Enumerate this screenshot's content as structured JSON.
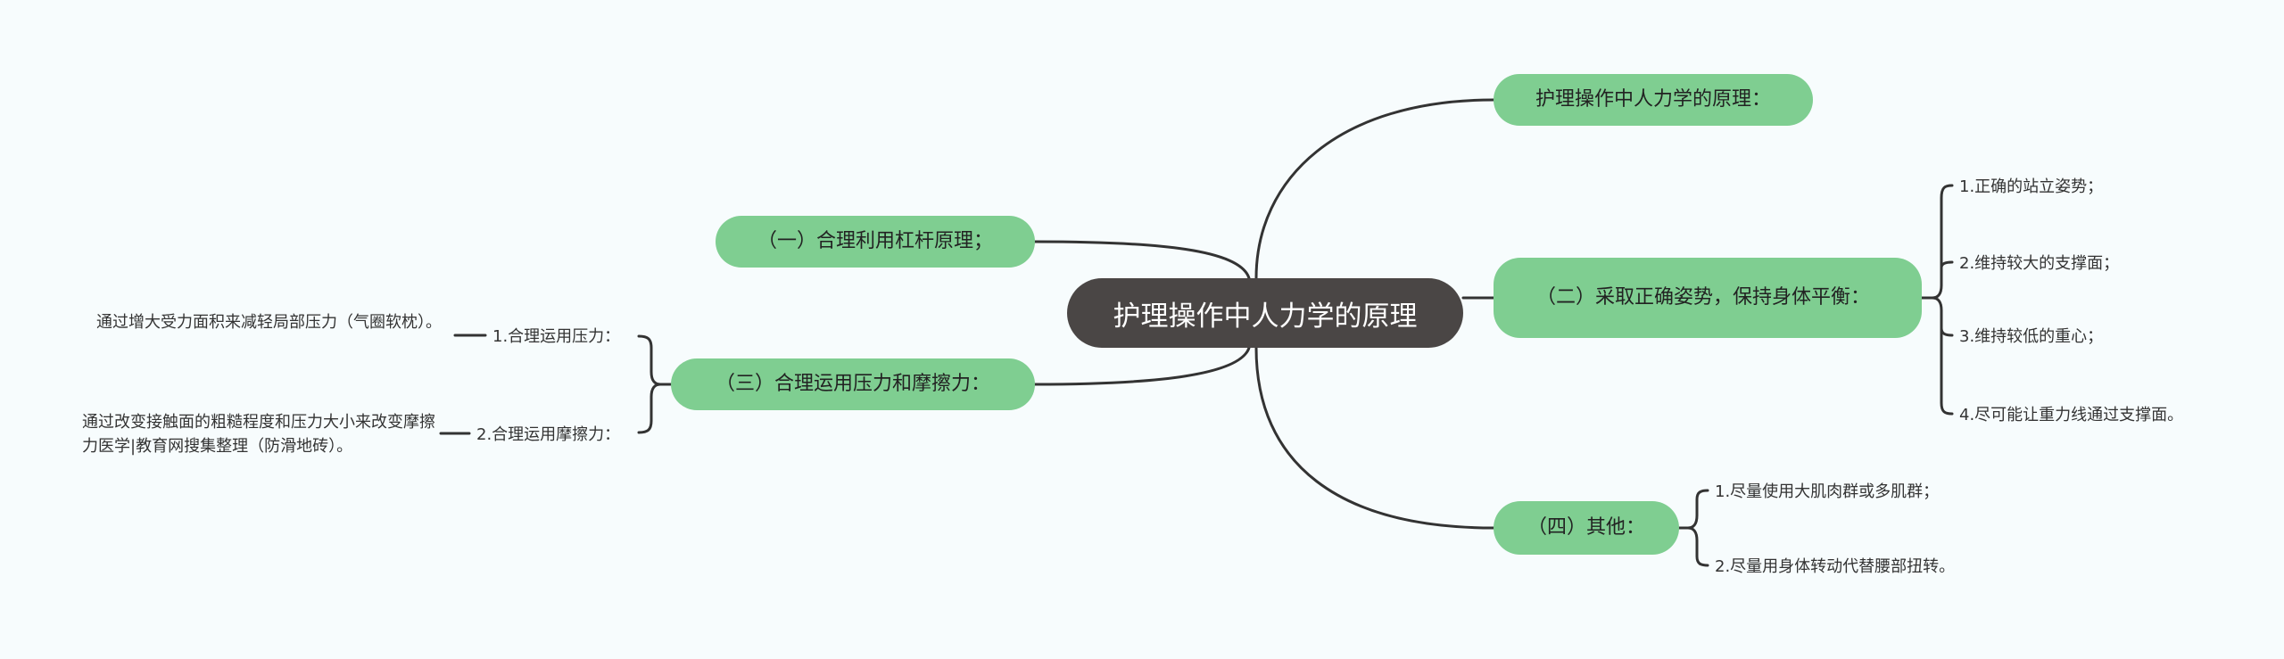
{
  "colors": {
    "background": "#f7fcfd",
    "root_fill": "#4a4645",
    "branch_fill": "#7fce91",
    "line": "#333333"
  },
  "root": {
    "label": "护理操作中人力学的原理"
  },
  "right": {
    "principle": {
      "label": "护理操作中人力学的原理："
    },
    "posture": {
      "label": "（二）采取正确姿势，保持身体平衡：",
      "items": [
        "1.正确的站立姿势；",
        "2.维持较大的支撑面；",
        "3.维持较低的重心；",
        "4.尽可能让重力线通过支撑面。"
      ]
    },
    "other": {
      "label": "（四）其他：",
      "items": [
        "1.尽量使用大肌肉群或多肌群；",
        "2.尽量用身体转动代替腰部扭转。"
      ]
    }
  },
  "left": {
    "lever": {
      "label": "（一）合理利用杠杆原理；"
    },
    "pressure": {
      "label": "（三）合理运用压力和摩擦力：",
      "items": [
        {
          "label": "1.合理运用压力：",
          "detail": "通过增大受力面积来减轻局部压力（气圈软枕）。"
        },
        {
          "label": "2.合理运用摩擦力：",
          "detail": "通过改变接触面的粗糙程度和压力大小来改变摩擦力医学|教育网搜集整理（防滑地砖）。"
        }
      ]
    }
  }
}
